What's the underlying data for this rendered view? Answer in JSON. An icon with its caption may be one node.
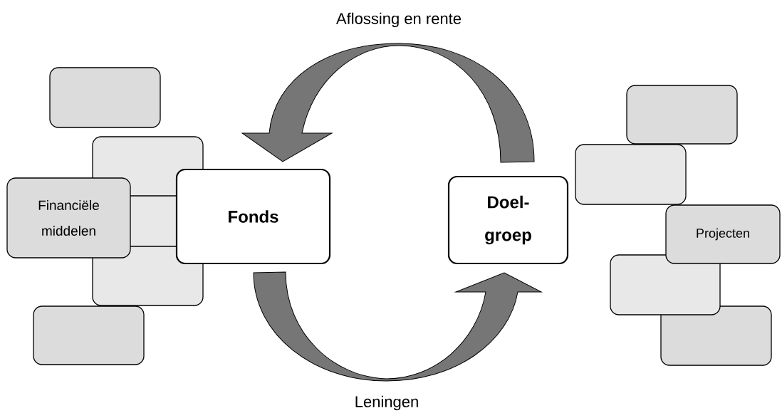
{
  "diagram": {
    "nodes": [
      {
        "text": [],
        "shape": "box"
      },
      {
        "text": [],
        "shape": "box"
      },
      {
        "text": [
          "Financiële middelen"
        ]
      },
      {
        "text": [],
        "shape": "box"
      },
      {
        "text": [
          "Fonds"
        ]
      },
      {
        "text": [
          "Doel- groep"
        ]
      },
      {
        "text": [],
        "shape": "box"
      },
      {
        "text": [],
        "shape": "box"
      },
      {
        "text": [
          "Projecten"
        ]
      },
      {
        "text": [],
        "shape": "box"
      },
      {
        "text": [],
        "shape": "box"
      }
    ],
    "edges": [
      {
        "from": 5,
        "to": 4,
        "arrow": "to",
        "label": "Aflossing en rente"
      },
      {
        "from": 4,
        "to": 5,
        "arrow": "to",
        "label": "Leningen"
      }
    ]
  }
}
